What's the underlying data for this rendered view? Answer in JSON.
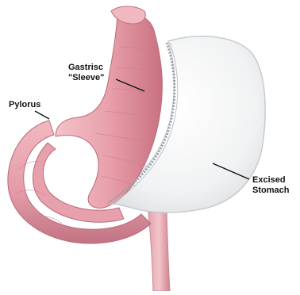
{
  "labels": {
    "gastric_line1": "Gastrisc",
    "gastric_line2": "\"Sleeve\"",
    "pylorus": "Pylorus",
    "excised_line1": "Excised",
    "excised_line2": "Stomach"
  },
  "colors": {
    "sleeve_tissue": "#e8a0ab",
    "sleeve_shadow": "#c9707f",
    "excised_fill": "#f1f2f3",
    "excised_edge": "#c9ccd0",
    "staple_line": "#9aa0a8"
  }
}
